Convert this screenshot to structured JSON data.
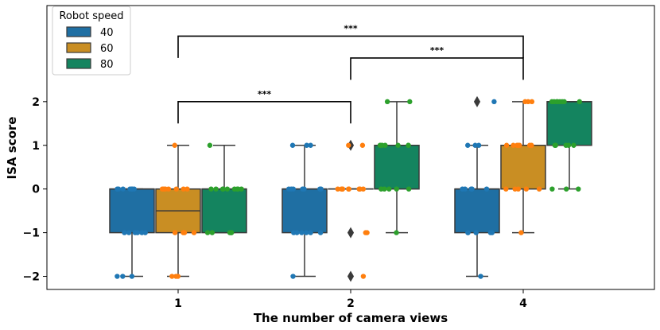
{
  "chart_data": {
    "type": "box",
    "xlabel": "The number of camera views",
    "ylabel": "ISA score",
    "categories": [
      "1",
      "2",
      "4"
    ],
    "ylim": [
      -2.3,
      4.2
    ],
    "yticks": [
      -2,
      -1,
      0,
      1,
      2
    ],
    "ytick_labels": [
      "−2",
      "−1",
      "0",
      "1",
      "2"
    ],
    "grid": false,
    "legend": {
      "title": "Robot speed",
      "position": "top-left",
      "entries": [
        "40",
        "60",
        "80"
      ]
    },
    "colors": {
      "box": [
        "#1f6fa3",
        "#c98e23",
        "#14845f"
      ],
      "points": [
        "#1f77b4",
        "#ff7f0e",
        "#2ca02c"
      ],
      "edge": "#3a3a3a"
    },
    "series": [
      {
        "name": "40",
        "boxes": [
          {
            "category": "1",
            "q1": -1,
            "median": 0,
            "q3": 0,
            "whisker_low": -2,
            "whisker_high": 0,
            "outliers": []
          },
          {
            "category": "2",
            "q1": -1,
            "median": 0,
            "q3": 0,
            "whisker_low": -2,
            "whisker_high": 1,
            "outliers": []
          },
          {
            "category": "4",
            "q1": -1,
            "median": 0,
            "q3": 0,
            "whisker_low": -2,
            "whisker_high": 1,
            "outliers": [
              2
            ]
          }
        ],
        "points": [
          {
            "category": "1",
            "values": [
              0,
              0,
              0,
              0,
              0,
              0,
              0,
              -1,
              -1,
              -1,
              -1,
              -1,
              -1,
              -2,
              -2,
              -2
            ]
          },
          {
            "category": "2",
            "values": [
              1,
              1,
              1,
              0,
              0,
              0,
              0,
              0,
              0,
              0,
              -1,
              -1,
              -1,
              -1,
              -1,
              -1,
              -2
            ]
          },
          {
            "category": "4",
            "values": [
              2,
              1,
              1,
              1,
              0,
              0,
              0,
              0,
              0,
              0,
              -1,
              -1,
              -1,
              -1,
              -1,
              -2
            ]
          }
        ]
      },
      {
        "name": "60",
        "boxes": [
          {
            "category": "1",
            "q1": -1,
            "median": -0.5,
            "q3": 0,
            "whisker_low": -2,
            "whisker_high": 1,
            "outliers": []
          },
          {
            "category": "2",
            "q1": 0,
            "median": 0,
            "q3": 0,
            "whisker_low": 0,
            "whisker_high": 0,
            "outliers": [
              1,
              -1,
              -2
            ]
          },
          {
            "category": "4",
            "q1": 0,
            "median": 1,
            "q3": 1,
            "whisker_low": -1,
            "whisker_high": 2,
            "outliers": []
          }
        ],
        "points": [
          {
            "category": "1",
            "values": [
              1,
              0,
              0,
              0,
              0,
              0,
              0,
              0,
              -1,
              -1,
              -1,
              -1,
              -2,
              -2,
              -2
            ]
          },
          {
            "category": "2",
            "values": [
              1,
              1,
              0,
              0,
              0,
              0,
              0,
              0,
              0,
              0,
              0,
              -1,
              -1,
              -2
            ]
          },
          {
            "category": "4",
            "values": [
              2,
              2,
              2,
              1,
              1,
              1,
              1,
              1,
              1,
              1,
              0,
              0,
              0,
              0,
              0,
              -1
            ]
          }
        ]
      },
      {
        "name": "80",
        "boxes": [
          {
            "category": "1",
            "q1": -1,
            "median": 0,
            "q3": 0,
            "whisker_low": -1,
            "whisker_high": 1,
            "outliers": []
          },
          {
            "category": "2",
            "q1": 0,
            "median": 1,
            "q3": 1,
            "whisker_low": -1,
            "whisker_high": 2,
            "outliers": []
          },
          {
            "category": "4",
            "q1": 1,
            "median": 2,
            "q3": 2,
            "whisker_low": 0,
            "whisker_high": 2,
            "outliers": []
          }
        ],
        "points": [
          {
            "category": "1",
            "values": [
              1,
              0,
              0,
              0,
              0,
              0,
              0,
              0,
              0,
              0,
              -1,
              -1,
              -1,
              -1,
              -1
            ]
          },
          {
            "category": "2",
            "values": [
              2,
              2,
              1,
              1,
              1,
              1,
              1,
              1,
              1,
              0,
              0,
              0,
              0,
              0,
              -1
            ]
          },
          {
            "category": "4",
            "values": [
              2,
              2,
              2,
              2,
              2,
              2,
              2,
              2,
              1,
              1,
              1,
              1,
              1,
              0,
              0,
              0
            ]
          }
        ]
      }
    ],
    "significance": [
      {
        "from": "1",
        "to": "4",
        "y": 3.5,
        "label": "***"
      },
      {
        "from": "2",
        "to": "4",
        "y": 3.0,
        "label": "***"
      },
      {
        "from": "1",
        "to": "2",
        "y": 2.0,
        "label": "***"
      }
    ]
  }
}
